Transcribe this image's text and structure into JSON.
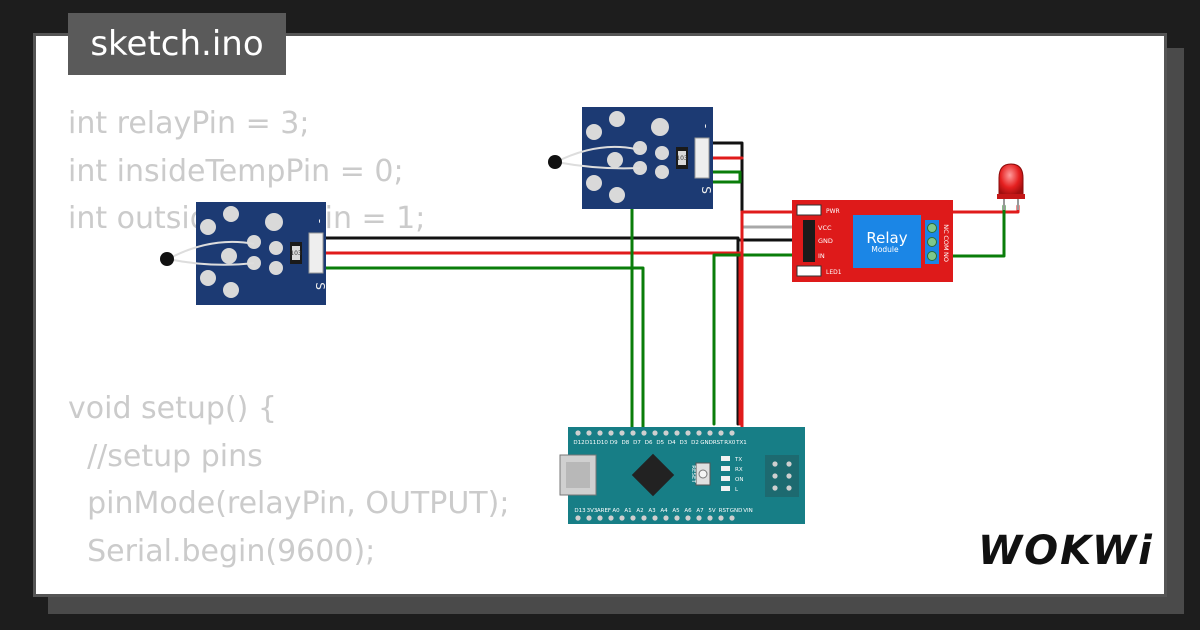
{
  "project": {
    "title": "sketch.ino"
  },
  "code_lines": [
    "int relayPin = 3;",
    "int insideTempPin = 0;",
    "int outsideTempPin = 1;",
    "",
    "",
    "",
    "void setup() {",
    "  //setup pins",
    "  pinMode(relayPin, OUTPUT);",
    "  Serial.begin(9600);"
  ],
  "sensor": {
    "pin_minus": "-",
    "pin_signal": "S",
    "resistor_label": "103"
  },
  "relay": {
    "title": "Relay",
    "subtitle": "Module",
    "pin_vcc": "VCC",
    "pin_gnd": "GND",
    "pin_in": "IN",
    "led_pwr": "PWR",
    "led_1": "LED1",
    "terminal_no": "NO",
    "terminal_com": "COM",
    "terminal_nc": "NC"
  },
  "nano": {
    "top_labels": [
      "D12",
      "D11",
      "D10",
      "D9",
      "D8",
      "D7",
      "D6",
      "D5",
      "D4",
      "D3",
      "D2",
      "GND",
      "RST",
      "RX0",
      "TX1"
    ],
    "bottom_labels": [
      "D13",
      "3V3",
      "AREF",
      "A0",
      "A1",
      "A2",
      "A3",
      "A4",
      "A5",
      "A6",
      "A7",
      "5V",
      "RST",
      "GND",
      "VIN"
    ],
    "reset_label": "RESET",
    "led_labels": [
      "TX",
      "RX",
      "ON",
      "L"
    ]
  },
  "brand": {
    "logo": "WOKWi"
  },
  "colors": {
    "wire_red": "#e01b1b",
    "wire_black": "#111111",
    "wire_green": "#0a7d0a",
    "wire_gray": "#a8a8a8",
    "sensor_board": "#1c3a73",
    "relay_board": "#de1a1a",
    "relay_block": "#1b86e6",
    "nano_board": "#177e86"
  }
}
